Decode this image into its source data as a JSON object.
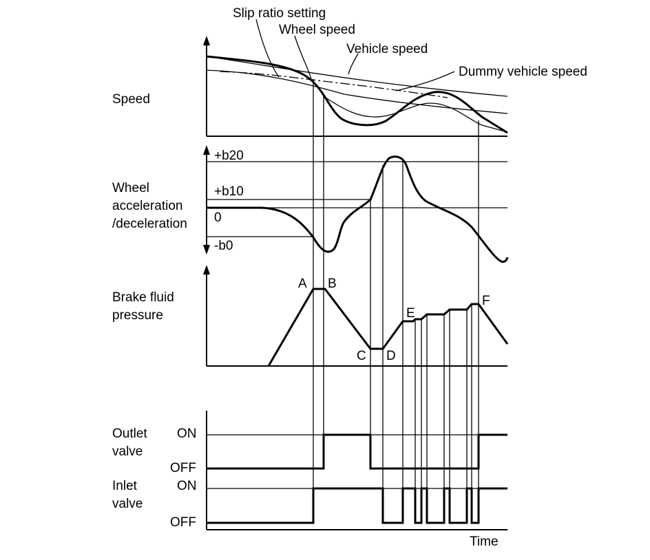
{
  "labels": {
    "slip_ratio": "Slip ratio setting",
    "wheel_speed": "Wheel speed",
    "vehicle_speed": "Vehicle speed",
    "dummy_speed": "Dummy vehicle speed",
    "speed": "Speed",
    "accel_line1": "Wheel",
    "accel_line2": "acceleration",
    "accel_line3": "/deceleration",
    "b20": "+b20",
    "b10": "+b10",
    "zero": "0",
    "b0": "-b0",
    "pressure_line1": "Brake fluid",
    "pressure_line2": "pressure",
    "outlet_line1": "Outlet",
    "outlet_line2": "valve",
    "inlet_line1": "Inlet",
    "inlet_line2": "valve",
    "on": "ON",
    "off": "OFF",
    "time": "Time"
  },
  "points": {
    "a": "A",
    "b": "B",
    "c": "C",
    "d": "D",
    "e": "E",
    "f": "F"
  }
}
